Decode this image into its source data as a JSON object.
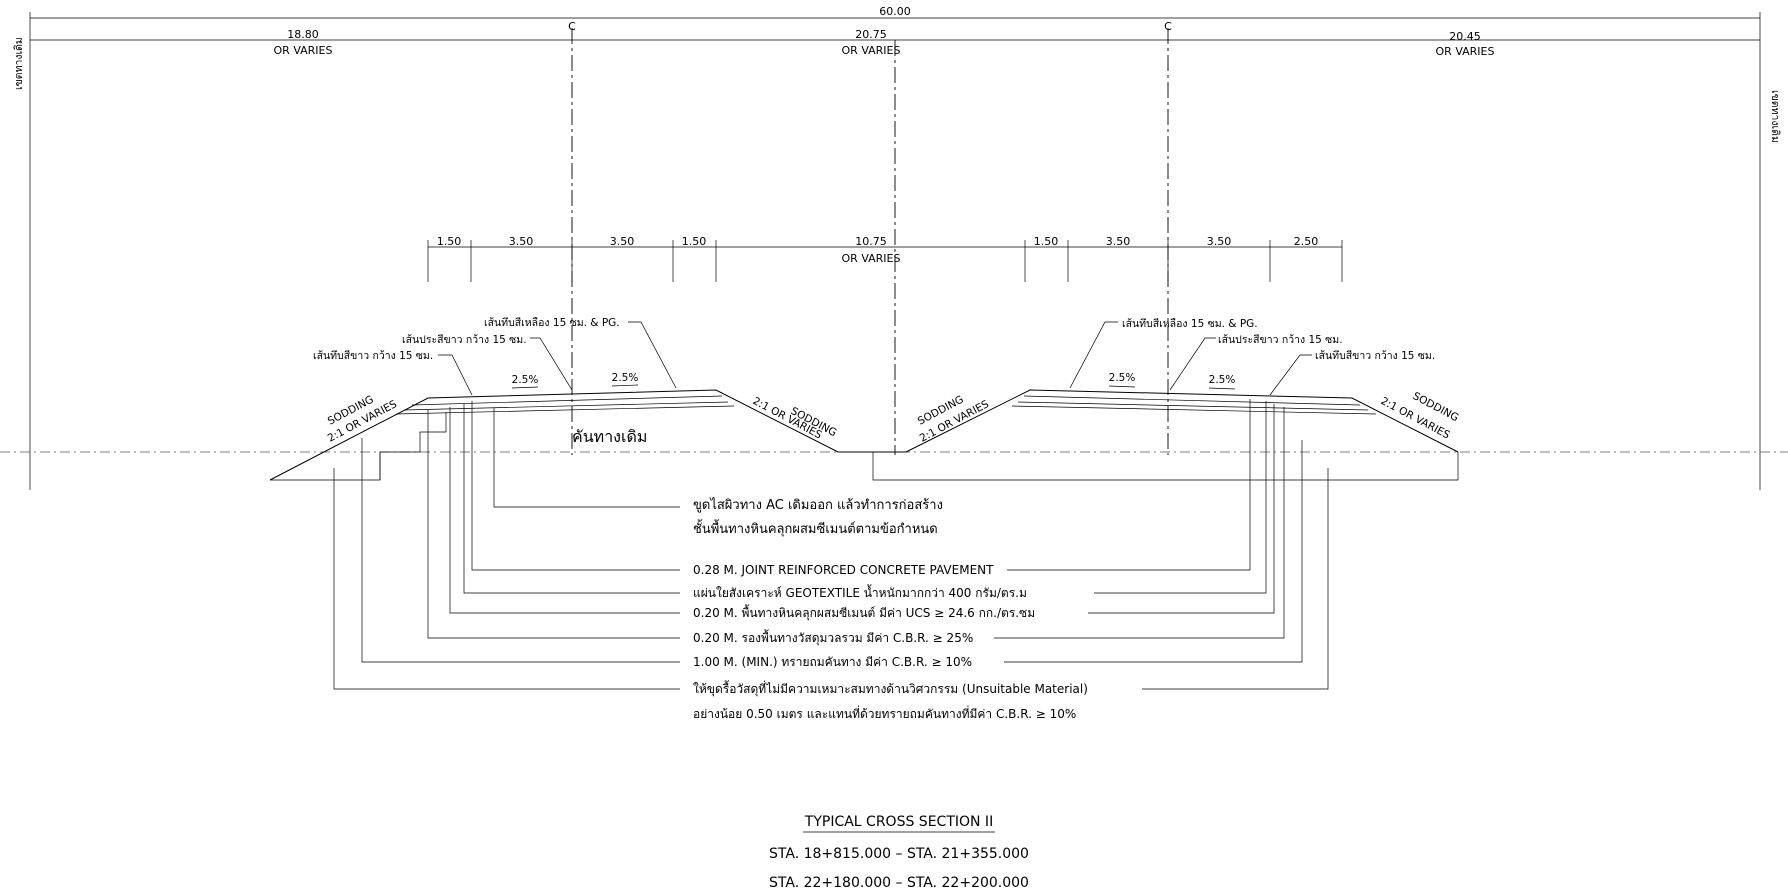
{
  "dimensions": {
    "overall": "60.00",
    "left_width": "18.80",
    "middle_width": "20.75",
    "right_width": "20.45",
    "or_varies": "OR VARIES",
    "centerline_mark": "C",
    "row_values": [
      "1.50",
      "3.50",
      "3.50",
      "1.50",
      "10.75",
      "1.50",
      "3.50",
      "3.50",
      "2.50"
    ]
  },
  "row_labels": {
    "yellow_line": "เส้นทึบสีเหลือง 15 ซม. & PG.",
    "dashed_white": "เส้นประสีขาว กว้าง 15 ซม.",
    "solid_white": "เส้นทึบสีขาว กว้าง 15 ซม.",
    "row_boundary": "เขตทางเดิม"
  },
  "slopes": {
    "crossfall": "2.5%",
    "sodding": "SODDING",
    "side_slope": "2:1 OR VARIES"
  },
  "existing_road": "คันทางเดิม",
  "notes": [
    "ขูดไสผิวทาง AC เดิมออก แล้วทำการก่อสร้าง",
    "ชั้นพื้นทางหินคลุกผสมซีเมนต์ตามข้อกำหนด",
    "0.28 M. JOINT REINFORCED CONCRETE PAVEMENT",
    "แผ่นใยสังเคราะห์ GEOTEXTILE น้ำหนักมากกว่า 400 กรัม/ตร.ม",
    "0.20 M. พื้นทางหินคลุกผสมซีเมนต์ มีค่า UCS ≥ 24.6 กก./ตร.ซม",
    "0.20 M. รองพื้นทางวัสดุมวลรวม มีค่า C.B.R. ≥ 25%",
    "1.00 M. (MIN.) ทรายถมคันทาง มีค่า C.B.R. ≥ 10%",
    "ให้ขุดรื้อวัสดุที่ไม่มีความเหมาะสมทางด้านวิศวกรรม (Unsuitable Material)",
    "อย่างน้อย 0.50 เมตร และแทนที่ด้วยทรายถมคันทางที่มีค่า C.B.R. ≥ 10%"
  ],
  "title": {
    "heading": "TYPICAL CROSS SECTION II",
    "station_1": "STA. 18+815.000 – STA. 21+355.000",
    "station_2": "STA. 22+180.000 – STA. 22+200.000"
  }
}
